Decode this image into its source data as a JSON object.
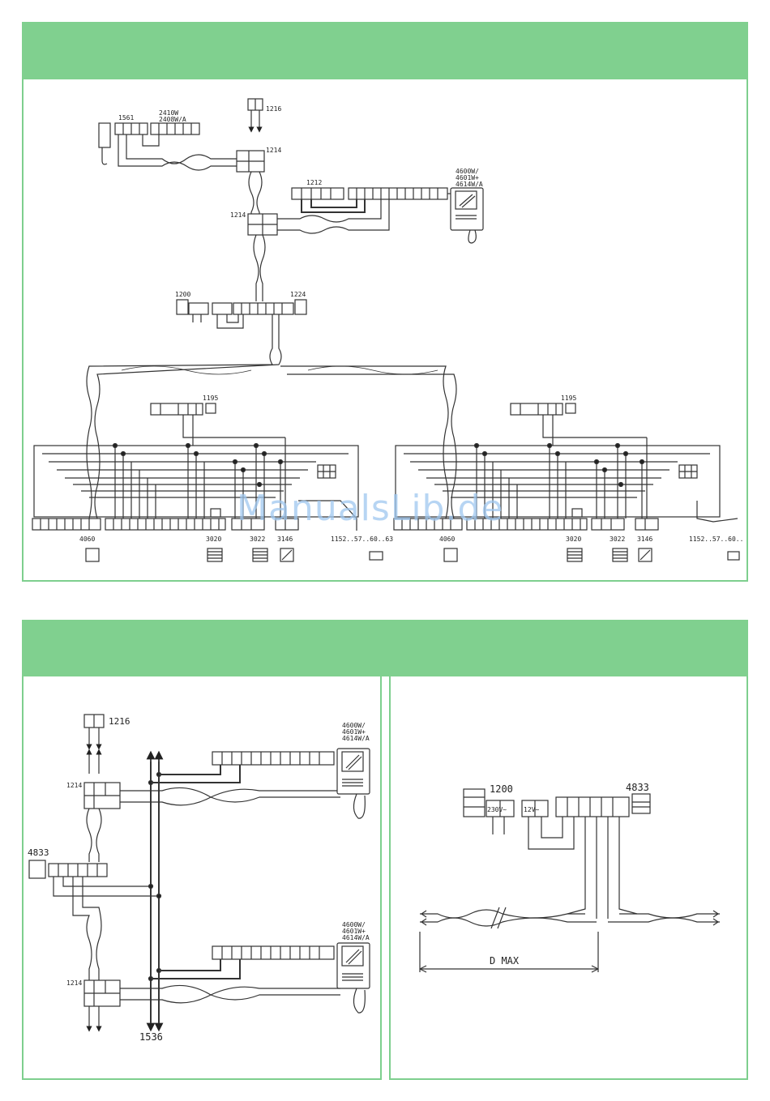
{
  "watermark": "ManualsLib.de",
  "colors": {
    "band": "#80d08f",
    "border": "#7ecf8e",
    "wire": "#333333"
  },
  "top": {
    "labels": {
      "p1561": "1561",
      "p2410": "2410W",
      "p2408": "2408W/A",
      "p1216": "1216",
      "p1214a": "1214",
      "p1214b": "1214",
      "p1212": "1212",
      "p4600a": "4600W/",
      "p4600b": "4601W+",
      "p4600c": "4614W/A",
      "p1200": "1200",
      "p1224": "1224",
      "p1195a": "1195",
      "p1195b": "1195",
      "p4060a": "4060",
      "p3020a": "3020",
      "p3022a": "3022",
      "p3146a": "3146",
      "p1152a": "1152..57..60..63",
      "p4060b": "4060",
      "p3020b": "3020",
      "p3022b": "3022",
      "p3146b": "3146",
      "p1152b": "1152..57..60.."
    }
  },
  "bottom_left": {
    "labels": {
      "p1216": "1216",
      "p1214a": "1214",
      "p4833": "4833",
      "p1214b": "1214",
      "p1536": "1536",
      "m1a": "4600W/",
      "m1b": "4601W+",
      "m1c": "4614W/A",
      "m2a": "4600W/",
      "m2b": "4601W+",
      "m2c": "4614W/A"
    }
  },
  "bottom_right": {
    "labels": {
      "p1200": "1200",
      "p4833": "4833",
      "v230": "230V~",
      "v12": "12V~",
      "dmax": "D  MAX"
    }
  }
}
